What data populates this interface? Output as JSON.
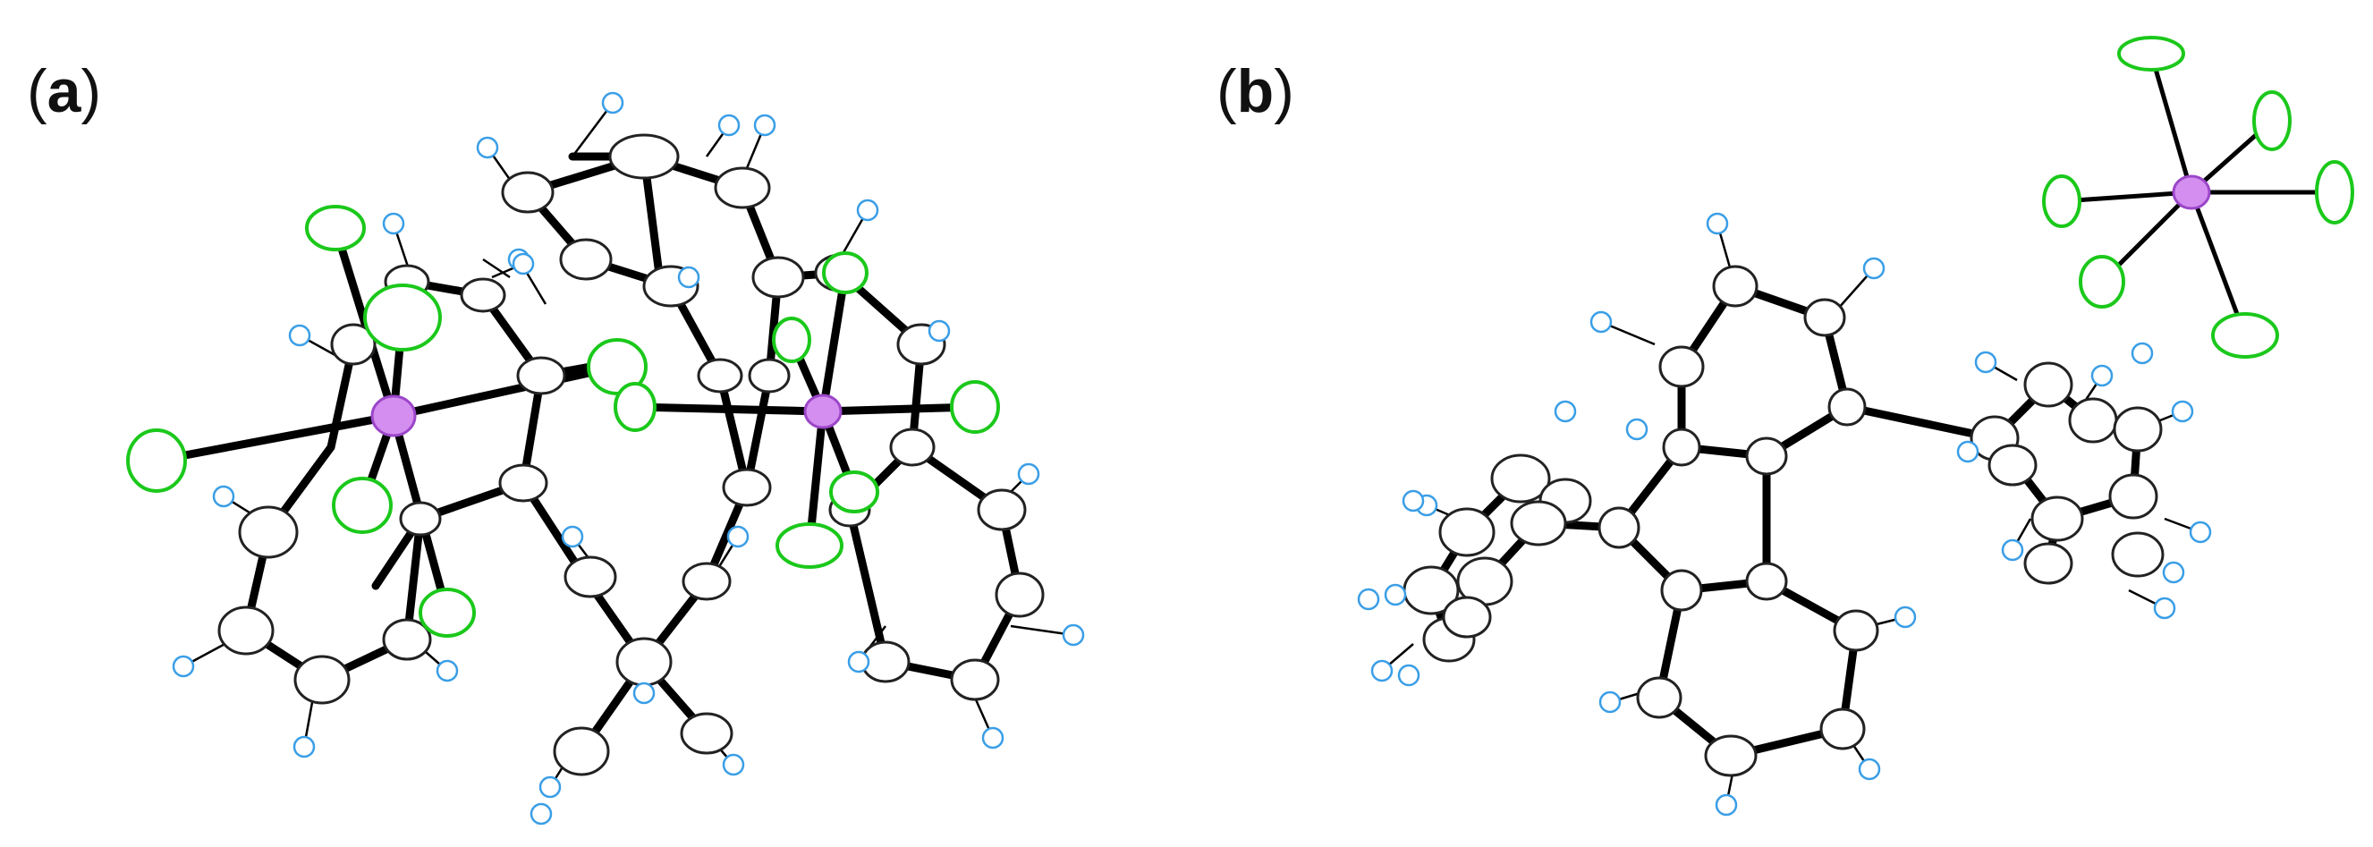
{
  "panels": [
    {
      "id": "a",
      "open": "(",
      "letter": "a",
      "close": ")"
    },
    {
      "id": "b",
      "open": "(",
      "letter": "b",
      "close": ")"
    }
  ],
  "colors": {
    "carbon": "#ffffff",
    "fluorine": "#1bc81b",
    "phosphorus": "#d48ef0",
    "hydrogen": "#3a9ee6",
    "bond": "#000000"
  }
}
